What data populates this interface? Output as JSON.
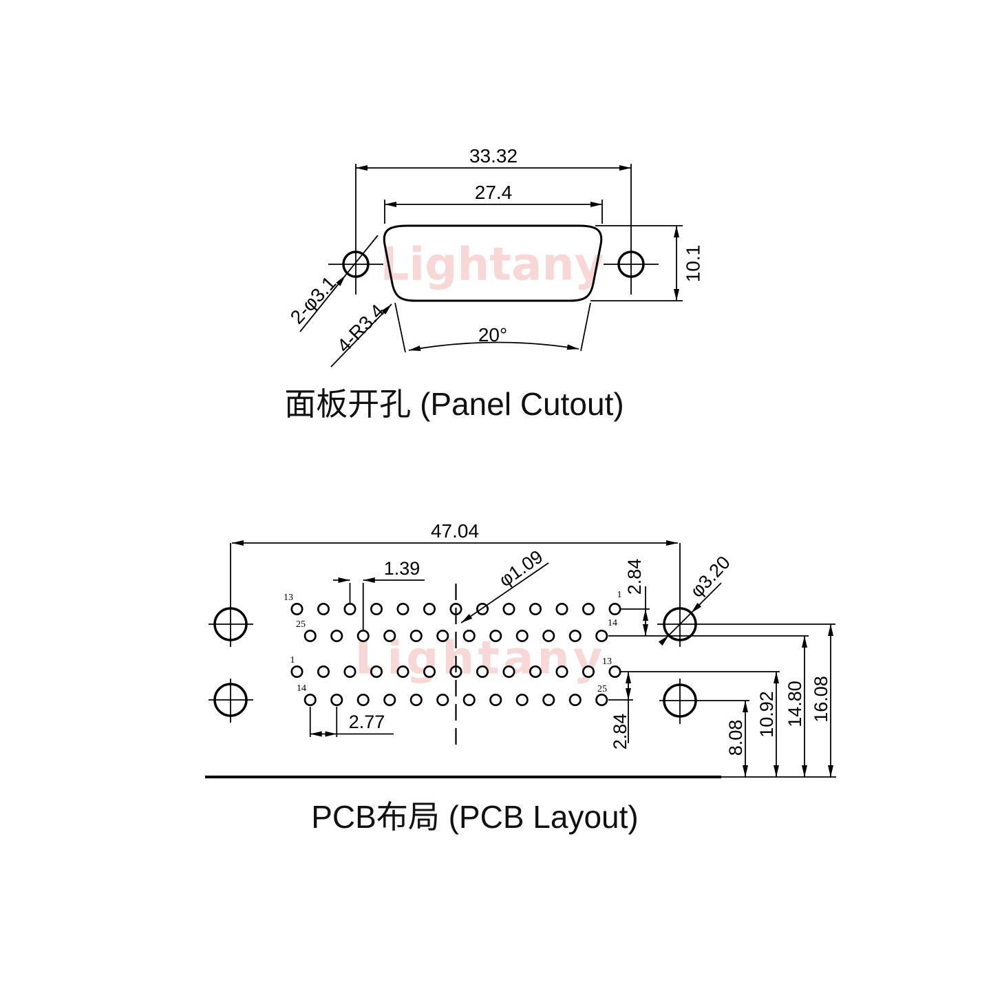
{
  "watermark": {
    "text": "Lightany",
    "color": "#f8d7d7"
  },
  "panel_view": {
    "caption": "面板开孔 (Panel Cutout)",
    "dims": {
      "outer_width": "33.32",
      "cutout_width": "27.4",
      "cutout_height": "10.1",
      "side_angle": "20°",
      "mount_holes": "2-φ3.1",
      "corner_radius": "4-R3.4"
    }
  },
  "pcb_view": {
    "caption": "PCB布局 (PCB Layout)",
    "dims": {
      "overall_width": "47.04",
      "row_stagger": "1.39",
      "pin_hole_dia": "φ1.09",
      "upper_row_spacing": "2.84",
      "mount_hole_dia": "φ3.20",
      "pin_pitch": "2.77",
      "lower_row_spacing": "2.84",
      "mount_hole_height": "8.08",
      "row13_height": "10.92",
      "row14_height": "14.80",
      "mount_top_height": "16.08"
    },
    "pin_labels": {
      "left": [
        "13",
        "25",
        "1",
        "14"
      ],
      "right": [
        "1",
        "14",
        "13",
        "25"
      ]
    }
  }
}
